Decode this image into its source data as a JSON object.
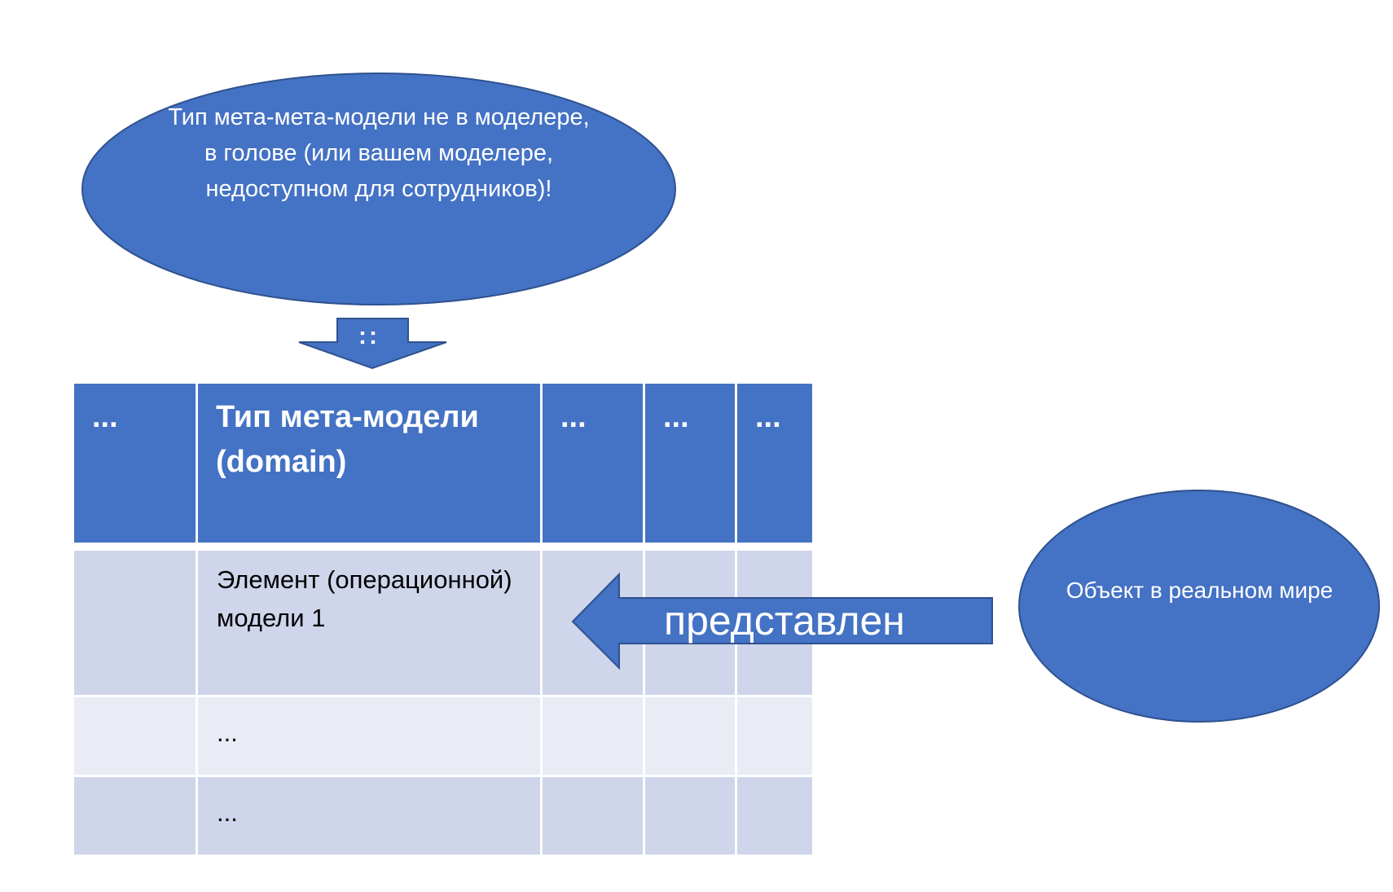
{
  "meta_meta_bubble": {
    "text": "Тип мета-мета-модели не в моделере, в голове (или вашем моделере, недоступном для сотрудников)!"
  },
  "type_arrow": {
    "label": "::"
  },
  "table": {
    "header": [
      "...",
      "Тип мета-модели (domain)",
      "...",
      "...",
      "..."
    ],
    "rows": [
      [
        "",
        "Элемент (операционной) модели 1",
        "",
        "",
        ""
      ],
      [
        "",
        "...",
        "",
        "",
        ""
      ],
      [
        "",
        "...",
        "",
        "",
        ""
      ]
    ]
  },
  "represented_arrow": {
    "label": "представлен"
  },
  "real_object_bubble": {
    "text": "Объект в реальном мире"
  },
  "colors": {
    "blue": "#4472c4",
    "outline": "#2f528f",
    "row_dark": "#cfd5ea",
    "row_light": "#e9ebf5"
  }
}
